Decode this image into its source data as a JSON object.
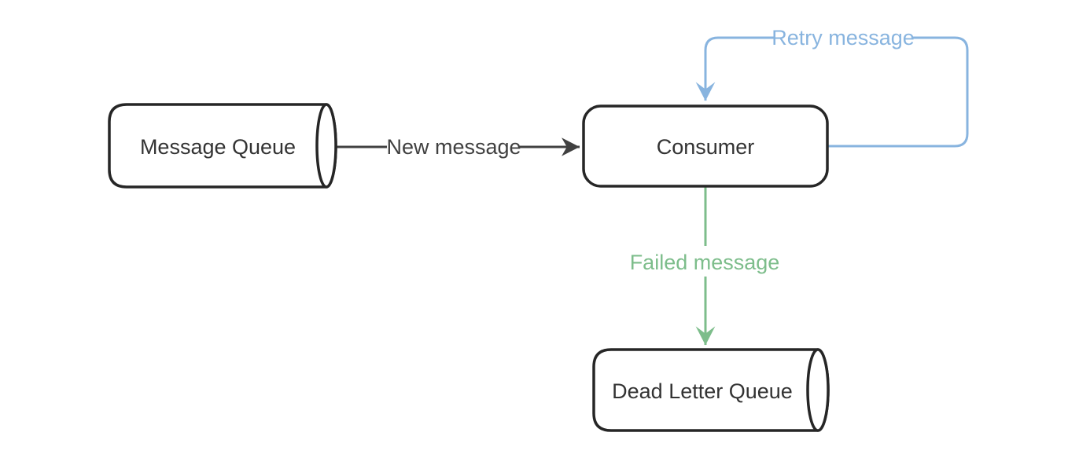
{
  "colors": {
    "background": "#ffffff",
    "node-border": "#262626",
    "node-fill": "#ffffff",
    "node-text": "#333333",
    "edge-dark": "#404040",
    "edge-retry-blue": "#88b4df",
    "edge-failed-green": "#7dbd8b"
  },
  "diagram": {
    "nodes": {
      "message_queue": {
        "label": "Message Queue",
        "shape": "horizontal-cylinder"
      },
      "consumer": {
        "label": "Consumer",
        "shape": "rounded-rectangle"
      },
      "dead_letter_queue": {
        "label": "Dead Letter Queue",
        "shape": "horizontal-cylinder"
      }
    },
    "edges": {
      "new_message": {
        "label": "New message",
        "from": "Message Queue",
        "to": "Consumer",
        "color": "#404040"
      },
      "retry_message": {
        "label": "Retry message",
        "from": "Consumer",
        "to": "Consumer",
        "color": "#88b4df"
      },
      "failed_message": {
        "label": "Failed message",
        "from": "Consumer",
        "to": "Dead Letter Queue",
        "color": "#7dbd8b"
      }
    }
  }
}
